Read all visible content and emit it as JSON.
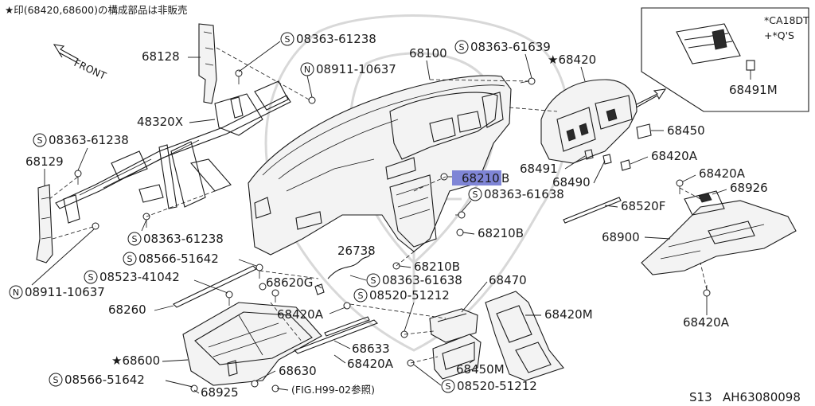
{
  "header": {
    "note": "★印(68420,68600)の構成部品は非販売"
  },
  "orientation": {
    "front_label": "FRONT"
  },
  "inset": {
    "line1": "*CA18DT",
    "line2": "+*Q'S",
    "part": "68491M"
  },
  "highlight_part": "68210",
  "highlight_suffix": "B",
  "parts": {
    "p68128": "68128",
    "p48320x": "48320X",
    "p68129": "68129",
    "p68100": "68100",
    "p68420_star": "★68420",
    "p68450": "68450",
    "p68420a_1": "68420A",
    "p68491": "68491",
    "p68490": "68490",
    "p68420a_2": "68420A",
    "p68926": "68926",
    "p68520f": "68520F",
    "p68900": "68900",
    "p68420a_3": "68420A",
    "p68210b_1": "68210B",
    "p68210b_2": "68210B",
    "p26738": "26738",
    "p68620g": "68620G",
    "p68470": "68470",
    "p68420m": "68420M",
    "p68260": "68260",
    "p68420a_4": "68420A",
    "p68633": "68633",
    "p68600_star": "★68600",
    "p68630": "68630",
    "p68420a_5": "68420A",
    "p68450m": "68450M",
    "p68925": "68925",
    "p_fig_ref": "(FIG.H99-02参照)"
  },
  "fasteners": {
    "f1": {
      "prefix": "S",
      "code": "08363-61238"
    },
    "f2": {
      "prefix": "N",
      "code": "08911-10637"
    },
    "f3": {
      "prefix": "S",
      "code": "08363-61639"
    },
    "f4": {
      "prefix": "S",
      "code": "08363-61238"
    },
    "f5": {
      "prefix": "S",
      "code": "08363-61638"
    },
    "f6": {
      "prefix": "S",
      "code": "08363-61238"
    },
    "f7": {
      "prefix": "S",
      "code": "08566-51642"
    },
    "f8": {
      "prefix": "S",
      "code": "08523-41042"
    },
    "f9": {
      "prefix": "N",
      "code": "08911-10637"
    },
    "f10": {
      "prefix": "S",
      "code": "08363-61638"
    },
    "f11": {
      "prefix": "S",
      "code": "08520-51212"
    },
    "f12": {
      "prefix": "S",
      "code": "08566-51642"
    },
    "f13": {
      "prefix": "S",
      "code": "08520-51212"
    }
  },
  "footer": {
    "model": "S13",
    "code": "AH63080098"
  }
}
